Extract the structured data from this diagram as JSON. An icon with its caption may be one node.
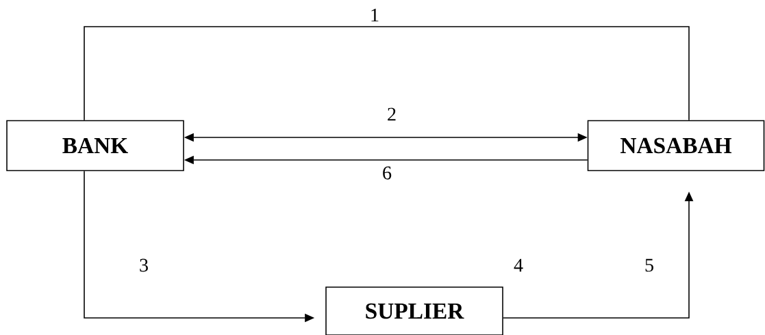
{
  "diagram": {
    "nodes": [
      {
        "text": [
          "BANK"
        ]
      },
      {
        "text": [
          "NASABAH"
        ]
      },
      {
        "text": [
          "SUPLIER"
        ]
      }
    ],
    "edges": [
      {
        "from": 0,
        "to": 1,
        "arrow": "none",
        "label": "1"
      },
      {
        "from": 0,
        "to": 1,
        "arrow": "both",
        "label": "2"
      },
      {
        "from": 1,
        "to": 0,
        "arrow": "to",
        "label": "6"
      },
      {
        "from": 0,
        "to": 2,
        "arrow": "to",
        "label": "3"
      },
      {
        "from": 2,
        "to": 1,
        "arrow": "to"
      }
    ],
    "labels": [
      "4",
      "5"
    ]
  }
}
